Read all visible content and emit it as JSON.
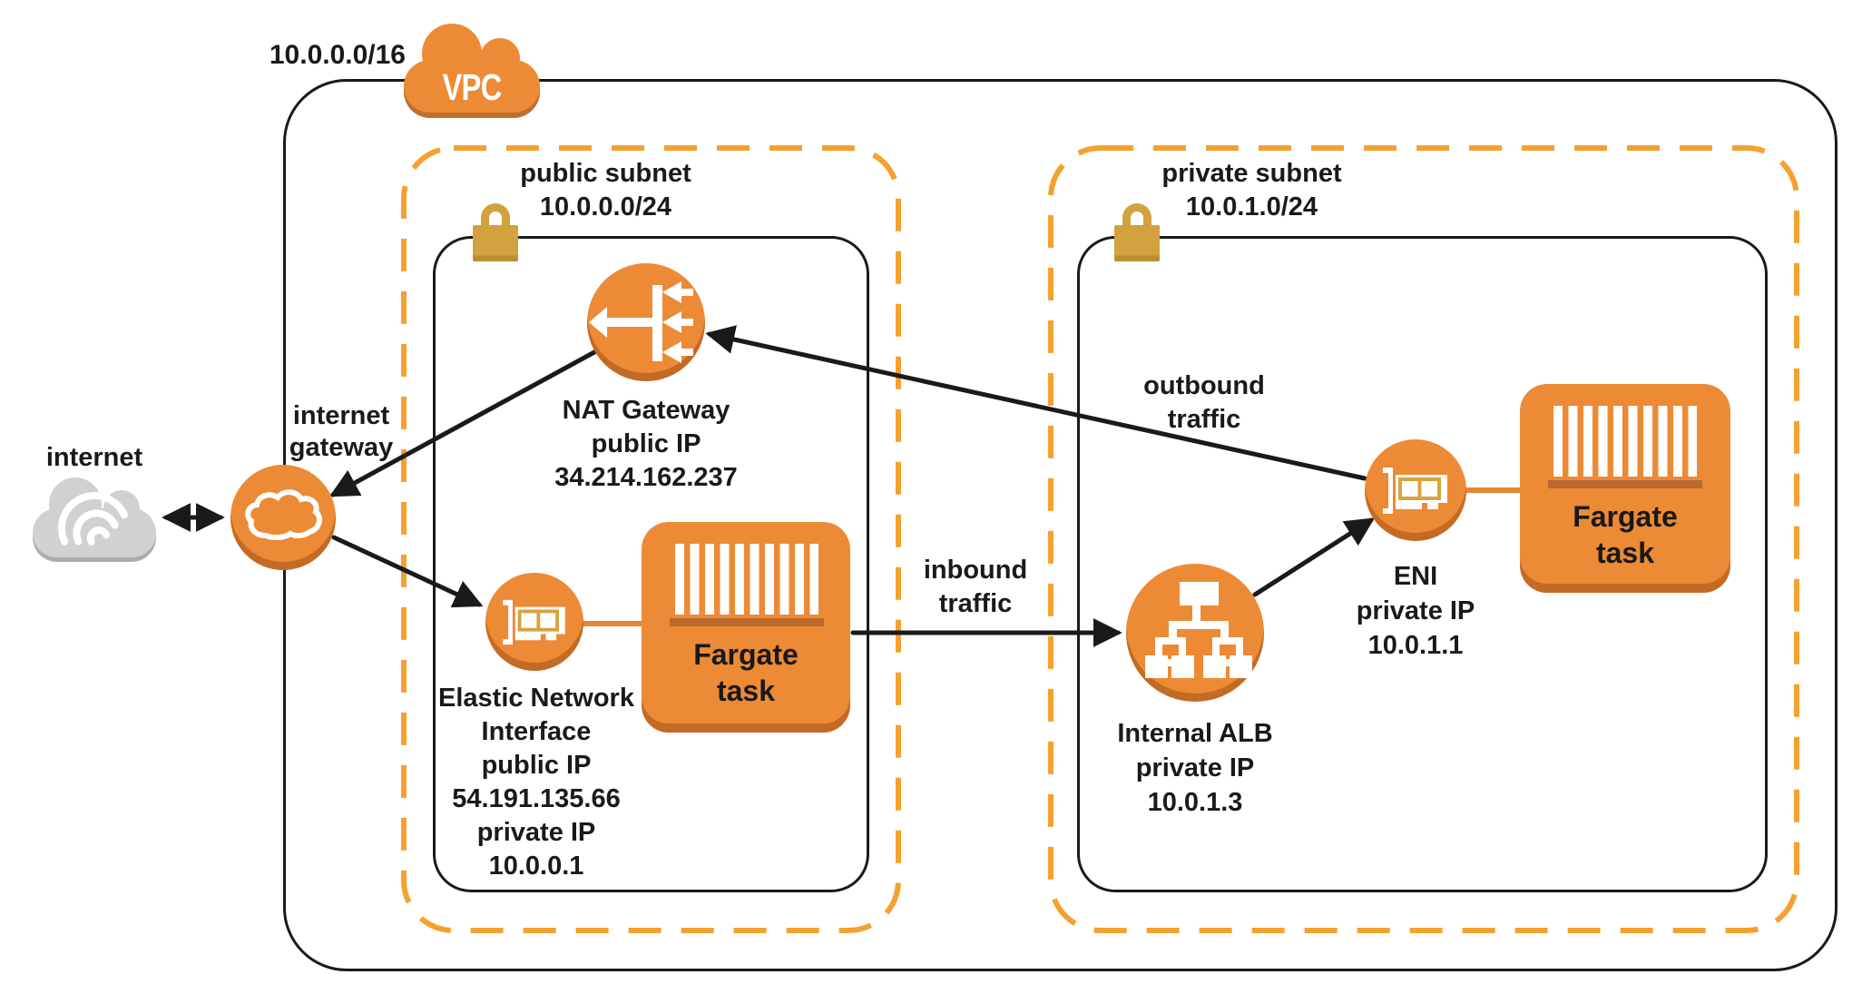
{
  "vpc": {
    "cidr": "10.0.0.0/16",
    "label": "VPC"
  },
  "internet": {
    "label": "internet"
  },
  "internet_gateway": {
    "line1": "internet",
    "line2": "gateway"
  },
  "public_subnet": {
    "title": "public subnet",
    "cidr": "10.0.0.0/24"
  },
  "private_subnet": {
    "title": "private subnet",
    "cidr": "10.0.1.0/24"
  },
  "nat_gateway": {
    "name": "NAT Gateway",
    "ip_label": "public IP",
    "ip": "34.214.162.237"
  },
  "eni_public": {
    "name_line1": "Elastic Network",
    "name_line2": "Interface",
    "public_ip_label": "public IP",
    "public_ip": "54.191.135.66",
    "private_ip_label": "private IP",
    "private_ip": "10.0.0.1"
  },
  "fargate_public": {
    "line1": "Fargate",
    "line2": "task"
  },
  "alb": {
    "name": "Internal ALB",
    "ip_label": "private IP",
    "ip": "10.0.1.3"
  },
  "eni_private": {
    "name": "ENI",
    "ip_label": "private IP",
    "ip": "10.0.1.1"
  },
  "fargate_private": {
    "line1": "Fargate",
    "line2": "task"
  },
  "flows": {
    "inbound_line1": "inbound",
    "inbound_line2": "traffic",
    "outbound_line1": "outbound",
    "outbound_line2": "traffic"
  },
  "colors": {
    "icon_orange": "#EC8A35",
    "icon_orange_shadow": "#C06F2B",
    "subnet_dash_orange": "#F5A12F",
    "lock_gold": "#D2A23E",
    "eni_card_gold": "#D9A33E",
    "internet_cloud_gray": "#D0D1D3",
    "line_black": "#1A1A1A"
  }
}
